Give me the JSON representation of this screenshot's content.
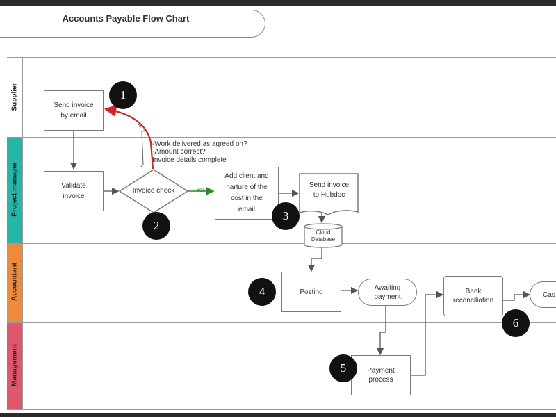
{
  "title": "Accounts Payable Flow Chart",
  "lanes": [
    {
      "label": "Supplier",
      "color": "#9a9a9a"
    },
    {
      "label": "Project manager",
      "color": "#26b5a9"
    },
    {
      "label": "Accountant",
      "color": "#ee8a3c"
    },
    {
      "label": "Management",
      "color": "#e0566a"
    }
  ],
  "nodes": {
    "send_invoice": "Send invoice\nby email",
    "validate": "Validate\ninvoice",
    "invoice_check": "Invoice check",
    "add_client": "Add client and\nnarture of the\ncost in the\nemail",
    "send_hubdoc": "Send invoice\nto Hubdoc",
    "cloud_db": "Cloud\nDatabase",
    "posting": "Posting",
    "awaiting": "Awaiting\npayment",
    "bank_rec": "Bank\nreconciliation",
    "cash": "Cas",
    "payment_process": "Payment\nprocess"
  },
  "check_notes": [
    "-Work delivered as agreed on?",
    "-Amount correct?",
    " Invoice details complete"
  ],
  "edge_labels": {
    "no": "No",
    "yes": "Yes"
  },
  "badges": [
    "1",
    "2",
    "3",
    "4",
    "5",
    "6"
  ],
  "colors": {
    "no_path": "#cc2a2a",
    "yes_path": "#2a8a2a",
    "arrow": "#555555"
  }
}
